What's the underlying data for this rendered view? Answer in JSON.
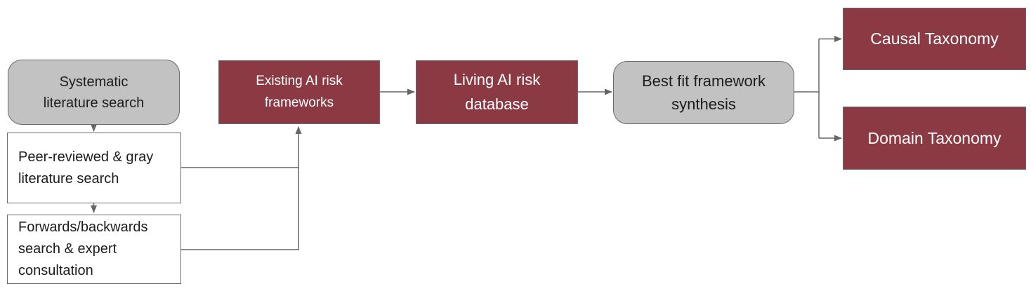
{
  "diagram": {
    "nodes": {
      "systematic": {
        "lines": [
          "Systematic",
          "literature search"
        ]
      },
      "peer": {
        "lines": [
          "Peer-reviewed & gray",
          "literature search"
        ]
      },
      "forwards": {
        "lines": [
          "Forwards/backwards",
          "search & expert",
          "consultation"
        ]
      },
      "existing": {
        "lines": [
          "Existing AI risk",
          "frameworks"
        ]
      },
      "living": {
        "lines": [
          "Living AI risk",
          "database"
        ]
      },
      "bestfit": {
        "lines": [
          "Best fit framework",
          "synthesis"
        ]
      },
      "causal": {
        "lines": [
          "Causal Taxonomy"
        ]
      },
      "domain": {
        "lines": [
          "Domain Taxonomy"
        ]
      }
    }
  },
  "colors": {
    "maroon": "#8b3a43",
    "grayfill": "#c2c2c2",
    "border": "#6b6b6b",
    "line": "#666666",
    "textdark": "#1c1c1c",
    "textlight": "#ffffff",
    "background": "#ffffff"
  }
}
